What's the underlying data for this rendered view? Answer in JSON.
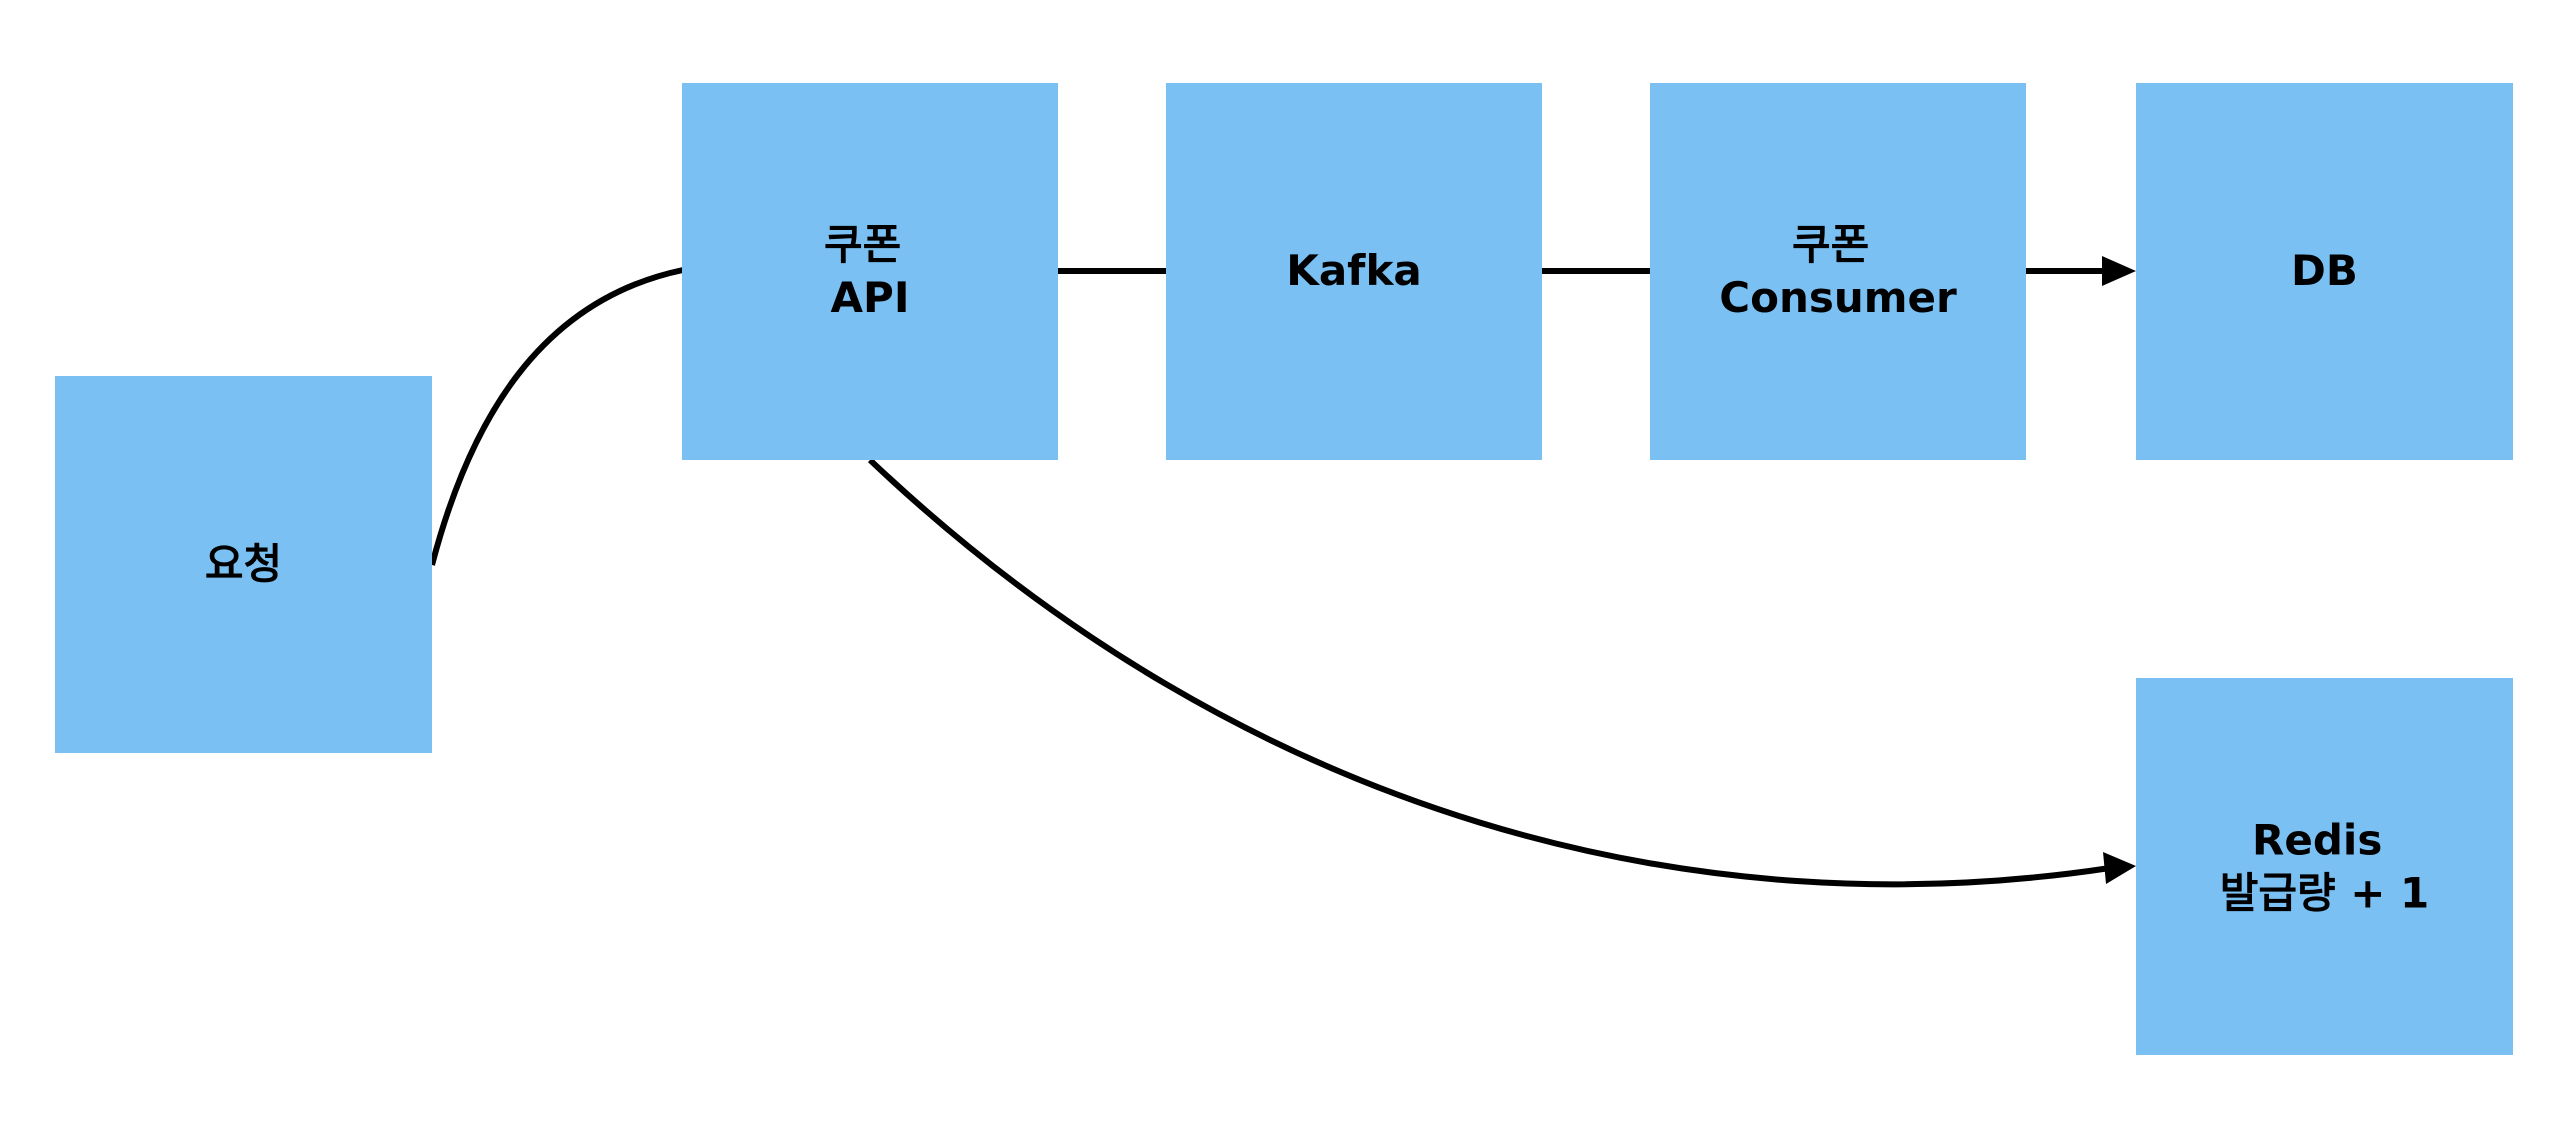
{
  "colors": {
    "node_fill": "#7ac0f2",
    "edge_stroke": "#000000",
    "background": "#ffffff"
  },
  "nodes": [
    {
      "id": "request",
      "lines": [
        "요청"
      ]
    },
    {
      "id": "coupon-api",
      "lines": [
        "쿠폰",
        "API"
      ]
    },
    {
      "id": "kafka",
      "lines": [
        "Kafka"
      ]
    },
    {
      "id": "coupon-consumer",
      "lines": [
        "쿠폰",
        "Consumer"
      ]
    },
    {
      "id": "db",
      "lines": [
        "DB"
      ]
    },
    {
      "id": "redis",
      "lines": [
        "Redis",
        "발급량 + 1"
      ]
    }
  ],
  "edges": [
    {
      "from": "request",
      "to": "coupon-api",
      "arrow": false
    },
    {
      "from": "coupon-api",
      "to": "kafka",
      "arrow": false
    },
    {
      "from": "kafka",
      "to": "coupon-consumer",
      "arrow": false
    },
    {
      "from": "coupon-consumer",
      "to": "db",
      "arrow": true
    },
    {
      "from": "coupon-api",
      "to": "redis",
      "arrow": true
    }
  ]
}
